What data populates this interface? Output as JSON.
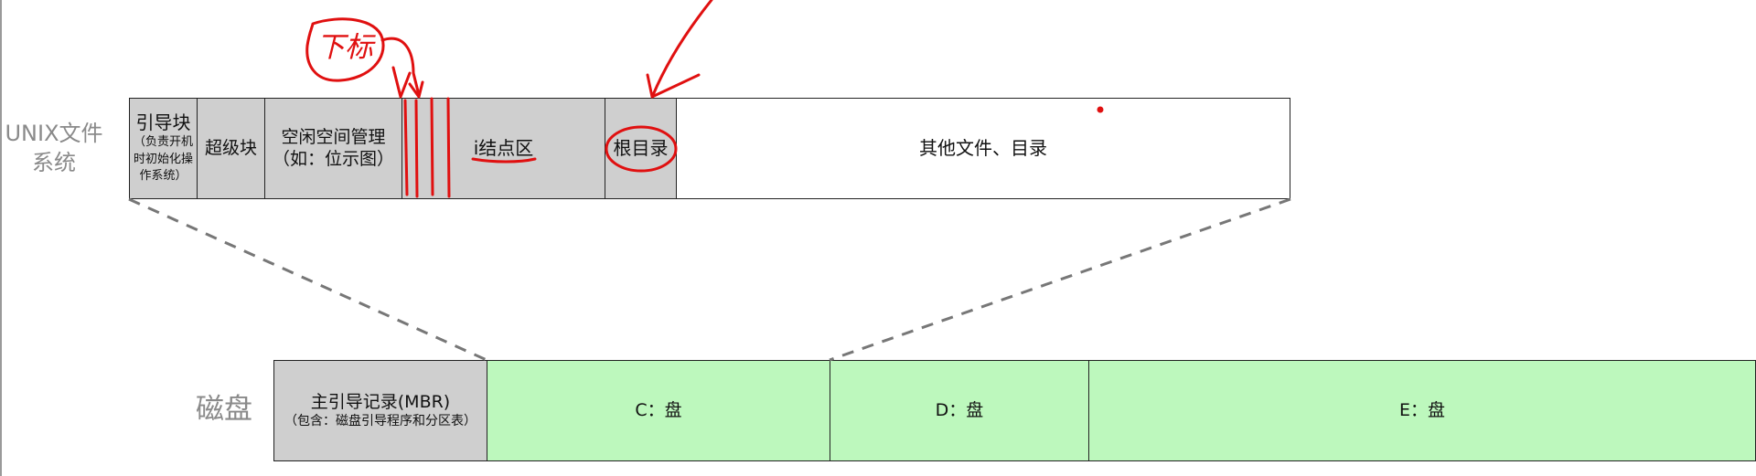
{
  "unix_label": "UNIX文件系统",
  "disk_label": "磁盘",
  "unix_fs": {
    "boot_block": {
      "title": "引导块",
      "note": "（负责开机时初始化操作系统）"
    },
    "superblock": "超级块",
    "free_space": {
      "title": "空闲空间管理",
      "sub": "（如：位示图）"
    },
    "inode_area": "i结点区",
    "root_dir": "根目录",
    "other": "其他文件、目录"
  },
  "disk": {
    "mbr": {
      "title": "主引导记录(MBR)",
      "sub": "（包含：磁盘引导程序和分区表）"
    },
    "partitions": [
      "C：盘",
      "D：盘",
      "E：盘"
    ]
  },
  "annotation": {
    "handwritten": "下标"
  },
  "colors": {
    "gray_block": "#cfcfcf",
    "green_block": "#bdf8bd",
    "annotation_red": "#e01010",
    "dash": "#777777"
  }
}
